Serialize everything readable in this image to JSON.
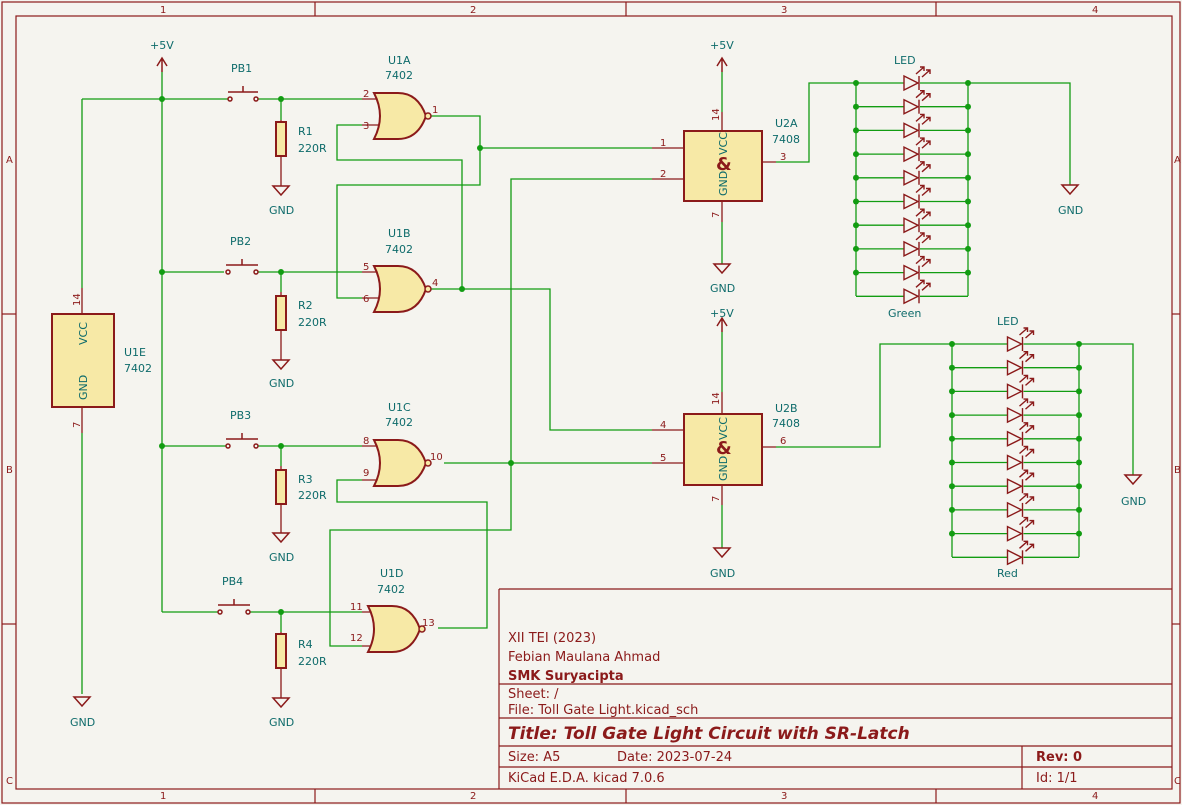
{
  "border": {
    "columns": [
      "1",
      "2",
      "3",
      "4"
    ],
    "rows": [
      "A",
      "B",
      "C"
    ]
  },
  "power": {
    "vcc": "+5V",
    "gnd": "GND"
  },
  "switches": [
    "PB1",
    "PB2",
    "PB3",
    "PB4"
  ],
  "resistors": [
    {
      "ref": "R1",
      "value": "220R"
    },
    {
      "ref": "R2",
      "value": "220R"
    },
    {
      "ref": "R3",
      "value": "220R"
    },
    {
      "ref": "R4",
      "value": "220R"
    }
  ],
  "gates": {
    "u1a": {
      "ref": "U1A",
      "value": "7402",
      "pins": [
        "2",
        "3",
        "1"
      ]
    },
    "u1b": {
      "ref": "U1B",
      "value": "7402",
      "pins": [
        "5",
        "6",
        "4"
      ]
    },
    "u1c": {
      "ref": "U1C",
      "value": "7402",
      "pins": [
        "8",
        "9",
        "10"
      ]
    },
    "u1d": {
      "ref": "U1D",
      "value": "7402",
      "pins": [
        "11",
        "12",
        "13"
      ]
    },
    "u1e": {
      "ref": "U1E",
      "value": "7402",
      "vcc": "VCC",
      "gnd": "GND",
      "pin_vcc": "14",
      "pin_gnd": "7"
    },
    "u2a": {
      "ref": "U2A",
      "value": "7408",
      "pins": [
        "1",
        "2",
        "3"
      ],
      "pin_vcc": "14",
      "pin_gnd": "7",
      "vcc": "VCC",
      "gnd": "GND",
      "symbol": "&"
    },
    "u2b": {
      "ref": "U2B",
      "value": "7408",
      "pins": [
        "4",
        "5",
        "6"
      ],
      "pin_vcc": "14",
      "pin_gnd": "7",
      "vcc": "VCC",
      "gnd": "GND",
      "symbol": "&"
    }
  },
  "leds": {
    "green": {
      "title": "LED",
      "color_label": "Green"
    },
    "red": {
      "title": "LED",
      "color_label": "Red"
    }
  },
  "title_block": {
    "class": "XII TEI (2023)",
    "author": "Febian Maulana Ahmad",
    "school": "SMK Suryacipta",
    "sheet": "Sheet: /",
    "file": "File: Toll Gate Light.kicad_sch",
    "title": "Title: Toll Gate Light Circuit with SR-Latch",
    "size": "Size: A5",
    "date": "Date: 2023-07-24",
    "rev": "Rev: 0",
    "tool": "KiCad E.D.A.  kicad 7.0.6",
    "id": "Id: 1/1"
  },
  "colors": {
    "wire": "#129c12",
    "component": "#8b1a1a",
    "fill": "#f7e9a6",
    "label": "#0e6b6b",
    "paper": "#f5f4ef"
  }
}
